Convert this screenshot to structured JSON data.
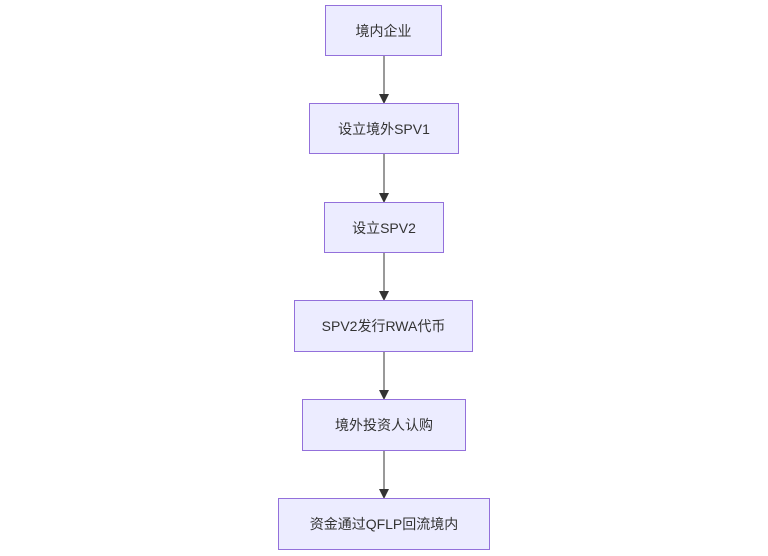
{
  "diagram": {
    "nodes": [
      {
        "label": "境内企业"
      },
      {
        "label": "设立境外SPV1"
      },
      {
        "label": "设立SPV2"
      },
      {
        "label": "SPV2发行RWA代币"
      },
      {
        "label": "境外投资人认购"
      },
      {
        "label": "资金通过QFLP回流境内"
      }
    ],
    "edges": [
      {
        "from": 0,
        "to": 1
      },
      {
        "from": 1,
        "to": 2
      },
      {
        "from": 2,
        "to": 3
      },
      {
        "from": 3,
        "to": 4
      },
      {
        "from": 4,
        "to": 5
      }
    ]
  },
  "colors": {
    "node_fill": "#ECECFF",
    "node_stroke": "#9370DB",
    "node_text": "#333333",
    "edge": "#333333"
  }
}
